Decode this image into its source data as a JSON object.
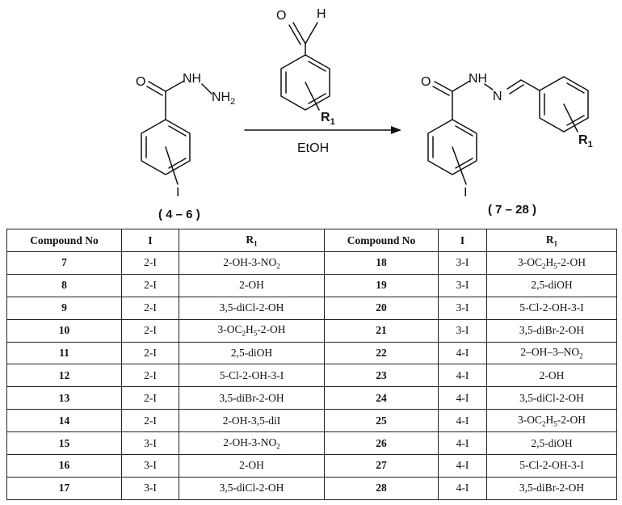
{
  "scheme": {
    "reactant": {
      "o_label": "O",
      "nh_label": "NH",
      "nh2_label": "NH",
      "nh2_sub": "2",
      "substituent": "I",
      "compound_range": "( 4 – 6 )"
    },
    "aldehyde": {
      "o_label": "O",
      "h_label": "H",
      "r_label": "R",
      "r_sub": "1"
    },
    "arrow": {
      "condition": "EtOH"
    },
    "product": {
      "o_label": "O",
      "nh_label": "NH",
      "n_label": "N",
      "substituent": "I",
      "r_label": "R",
      "r_sub": "1",
      "compound_range": "( 7 – 28 )"
    }
  },
  "table": {
    "headers": [
      "Compound No",
      "I",
      "R1",
      "Compound No",
      "I",
      "R1"
    ],
    "rows": [
      [
        "7",
        "2-I",
        "2-OH-3-NO2",
        "18",
        "3-I",
        "3-OC2H5-2-OH"
      ],
      [
        "8",
        "2-I",
        "2-OH",
        "19",
        "3-I",
        "2,5-diOH"
      ],
      [
        "9",
        "2-I",
        "3,5-diCl-2-OH",
        "20",
        "3-I",
        "5-Cl-2-OH-3-I"
      ],
      [
        "10",
        "2-I",
        "3-OC2H5-2-OH",
        "21",
        "3-I",
        "3,5-diBr-2-OH"
      ],
      [
        "11",
        "2-I",
        "2,5-diOH",
        "22",
        "4-I",
        "2–OH–3–NO2"
      ],
      [
        "12",
        "2-I",
        "5-Cl-2-OH-3-I",
        "23",
        "4-I",
        "2-OH"
      ],
      [
        "13",
        "2-I",
        "3,5-diBr-2-OH",
        "24",
        "4-I",
        "3,5-diCl-2-OH"
      ],
      [
        "14",
        "2-I",
        "2-OH-3,5-diI",
        "25",
        "4-I",
        "3-OC2H5-2-OH"
      ],
      [
        "15",
        "3-I",
        "2-OH-3-NO2",
        "26",
        "4-I",
        "2,5-diOH"
      ],
      [
        "16",
        "3-I",
        "2-OH",
        "27",
        "4-I",
        "5-Cl-2-OH-3-I"
      ],
      [
        "17",
        "3-I",
        "3,5-diCl-2-OH",
        "28",
        "4-I",
        "3,5-diBr-2-OH"
      ]
    ]
  }
}
